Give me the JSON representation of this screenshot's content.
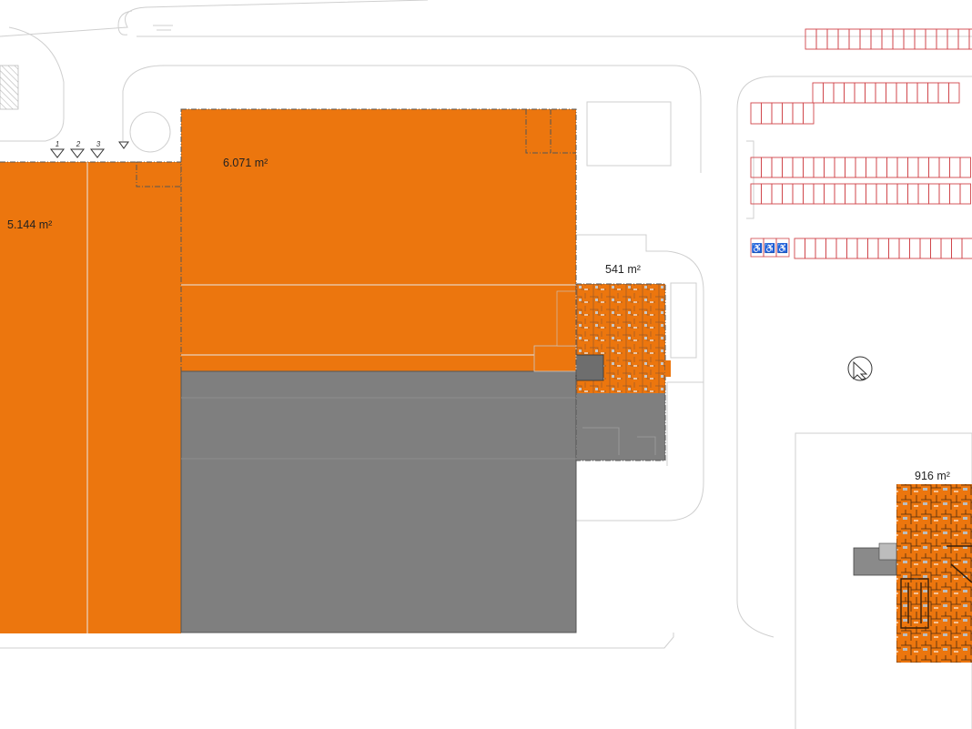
{
  "colors": {
    "occupied": "#ec760e",
    "vacant": "#7f7f7f",
    "parking": "#d0454a",
    "accessible": "#2aa8d8",
    "outline": "#cfcfcf"
  },
  "areas": [
    {
      "id": "hall-west",
      "label": "5.144 m²",
      "status": "occupied"
    },
    {
      "id": "hall-north",
      "label": "6.071 m²",
      "status": "occupied"
    },
    {
      "id": "hall-south",
      "label": "",
      "status": "vacant"
    },
    {
      "id": "office-annex",
      "label": "541 m²",
      "status": "occupied"
    },
    {
      "id": "office-building",
      "label": "916 m²",
      "status": "occupied"
    }
  ],
  "loading_docks": [
    "1",
    "2",
    "3"
  ],
  "icons": {
    "north_arrow": "north-arrow-icon",
    "accessible_parking": "wheelchair-icon"
  }
}
